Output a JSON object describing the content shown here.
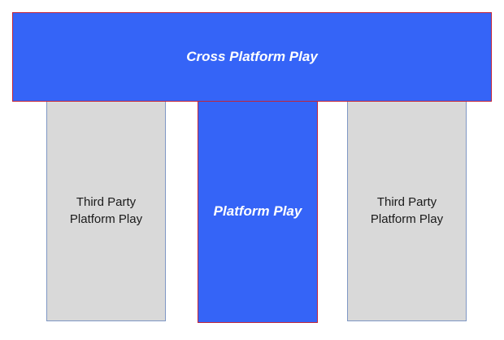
{
  "diagram": {
    "top_bar": {
      "label": "Cross Platform Play",
      "color": "#3564f7"
    },
    "left_pillar": {
      "line1": "Third Party",
      "line2": "Platform Play",
      "color": "#d9d9d9"
    },
    "center_pillar": {
      "label": "Platform Play",
      "color": "#3564f7"
    },
    "right_pillar": {
      "line1": "Third Party",
      "line2": "Platform Play",
      "color": "#d9d9d9"
    }
  }
}
